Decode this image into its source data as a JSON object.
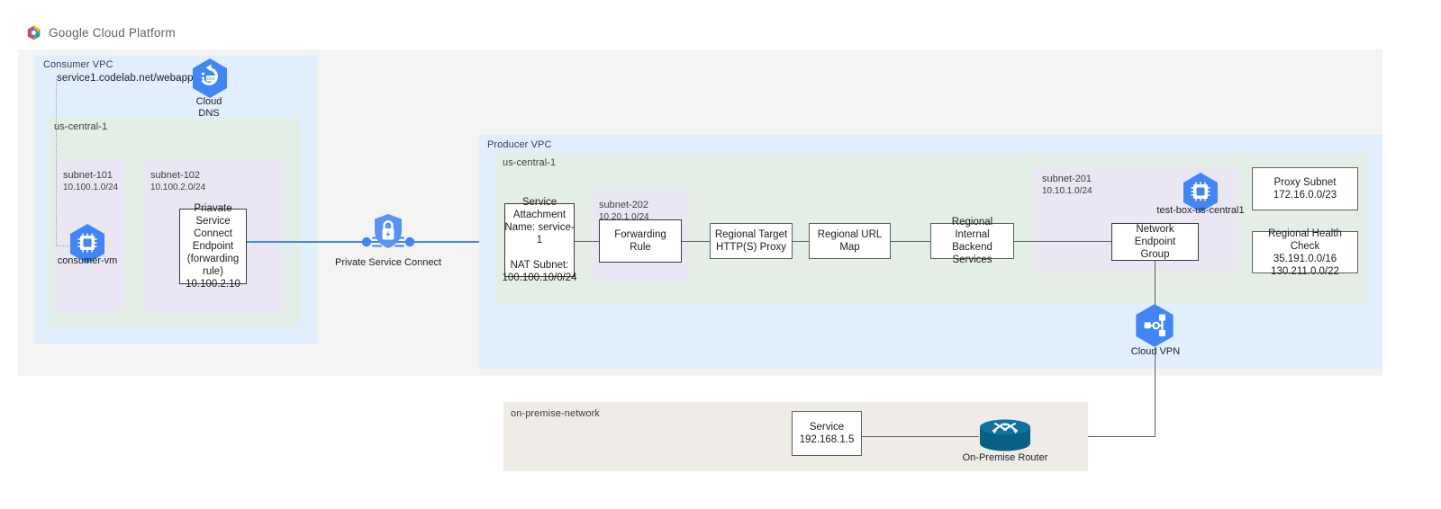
{
  "header": {
    "logo_icon": "google-cloud-platform-logo",
    "title": "Google Cloud Platform"
  },
  "consumer": {
    "vpc_label": "Consumer VPC",
    "region_label": "us-central-1",
    "dns_url": "service1.codelab.net/webapp",
    "dns_icon": "cloud-dns-icon",
    "dns_label": "Cloud\nDNS",
    "dns_label_line1": "Cloud",
    "dns_label_line2": "DNS",
    "subnets": [
      {
        "name": "subnet-101",
        "cidr": "10.100.1.0/24"
      },
      {
        "name": "subnet-102",
        "cidr": "10.100.2.0/24"
      }
    ],
    "vm_icon": "compute-engine-vm-icon",
    "vm_label": "consumer-vm",
    "psc_endpoint": "Priavate Service\nConnect Endpoint\n(forwarding rule)\n10.100.2.10"
  },
  "psc": {
    "icon": "private-service-connect-shield-icon",
    "label": "Private Service Connect"
  },
  "producer": {
    "vpc_label": "Producer VPC",
    "region_label": "us-central-1",
    "service_attachment": "Service\nAttachment\nName: service-1\n\nNAT Subnet:\n100.100.10/0/24",
    "subnet_202": {
      "name": "subnet-202",
      "cidr": "10.20.1.0/24"
    },
    "subnet_201": {
      "name": "subnet-201",
      "cidr": "10.10.1.0/24"
    },
    "forwarding_rule": "Forwarding Rule",
    "target_proxy": "Regional Target\nHTTP(S) Proxy",
    "url_map": "Regional URL Map",
    "backend_services": "Regional Internal\nBackend Services",
    "neg": "Network Endpoint\nGroup",
    "test_box_icon": "compute-engine-vm-icon",
    "test_box_label": "test-box-us-central1",
    "proxy_subnet": "Proxy Subnet\n172.16.0.0/23",
    "health_check": "Regional Health Check\n35.191.0.0/16\n130.211.0.0/22"
  },
  "vpn": {
    "icon": "cloud-vpn-icon",
    "label": "Cloud VPN"
  },
  "onprem": {
    "network_label": "on-premise-network",
    "service": "Service\n192.168.1.5",
    "router_icon": "on-premise-router-icon",
    "router_label": "On-Premise Router"
  },
  "colors": {
    "vpc_blue": "#e1effc",
    "region_green": "#e3efe6",
    "subnet_purple": "#eae6f3",
    "onprem_beige": "#efebe7",
    "panel_gray": "#f4f4f3",
    "google_blue": "#4285f4",
    "router_teal": "#0b6b8f",
    "connector_gray": "#5a6360"
  }
}
